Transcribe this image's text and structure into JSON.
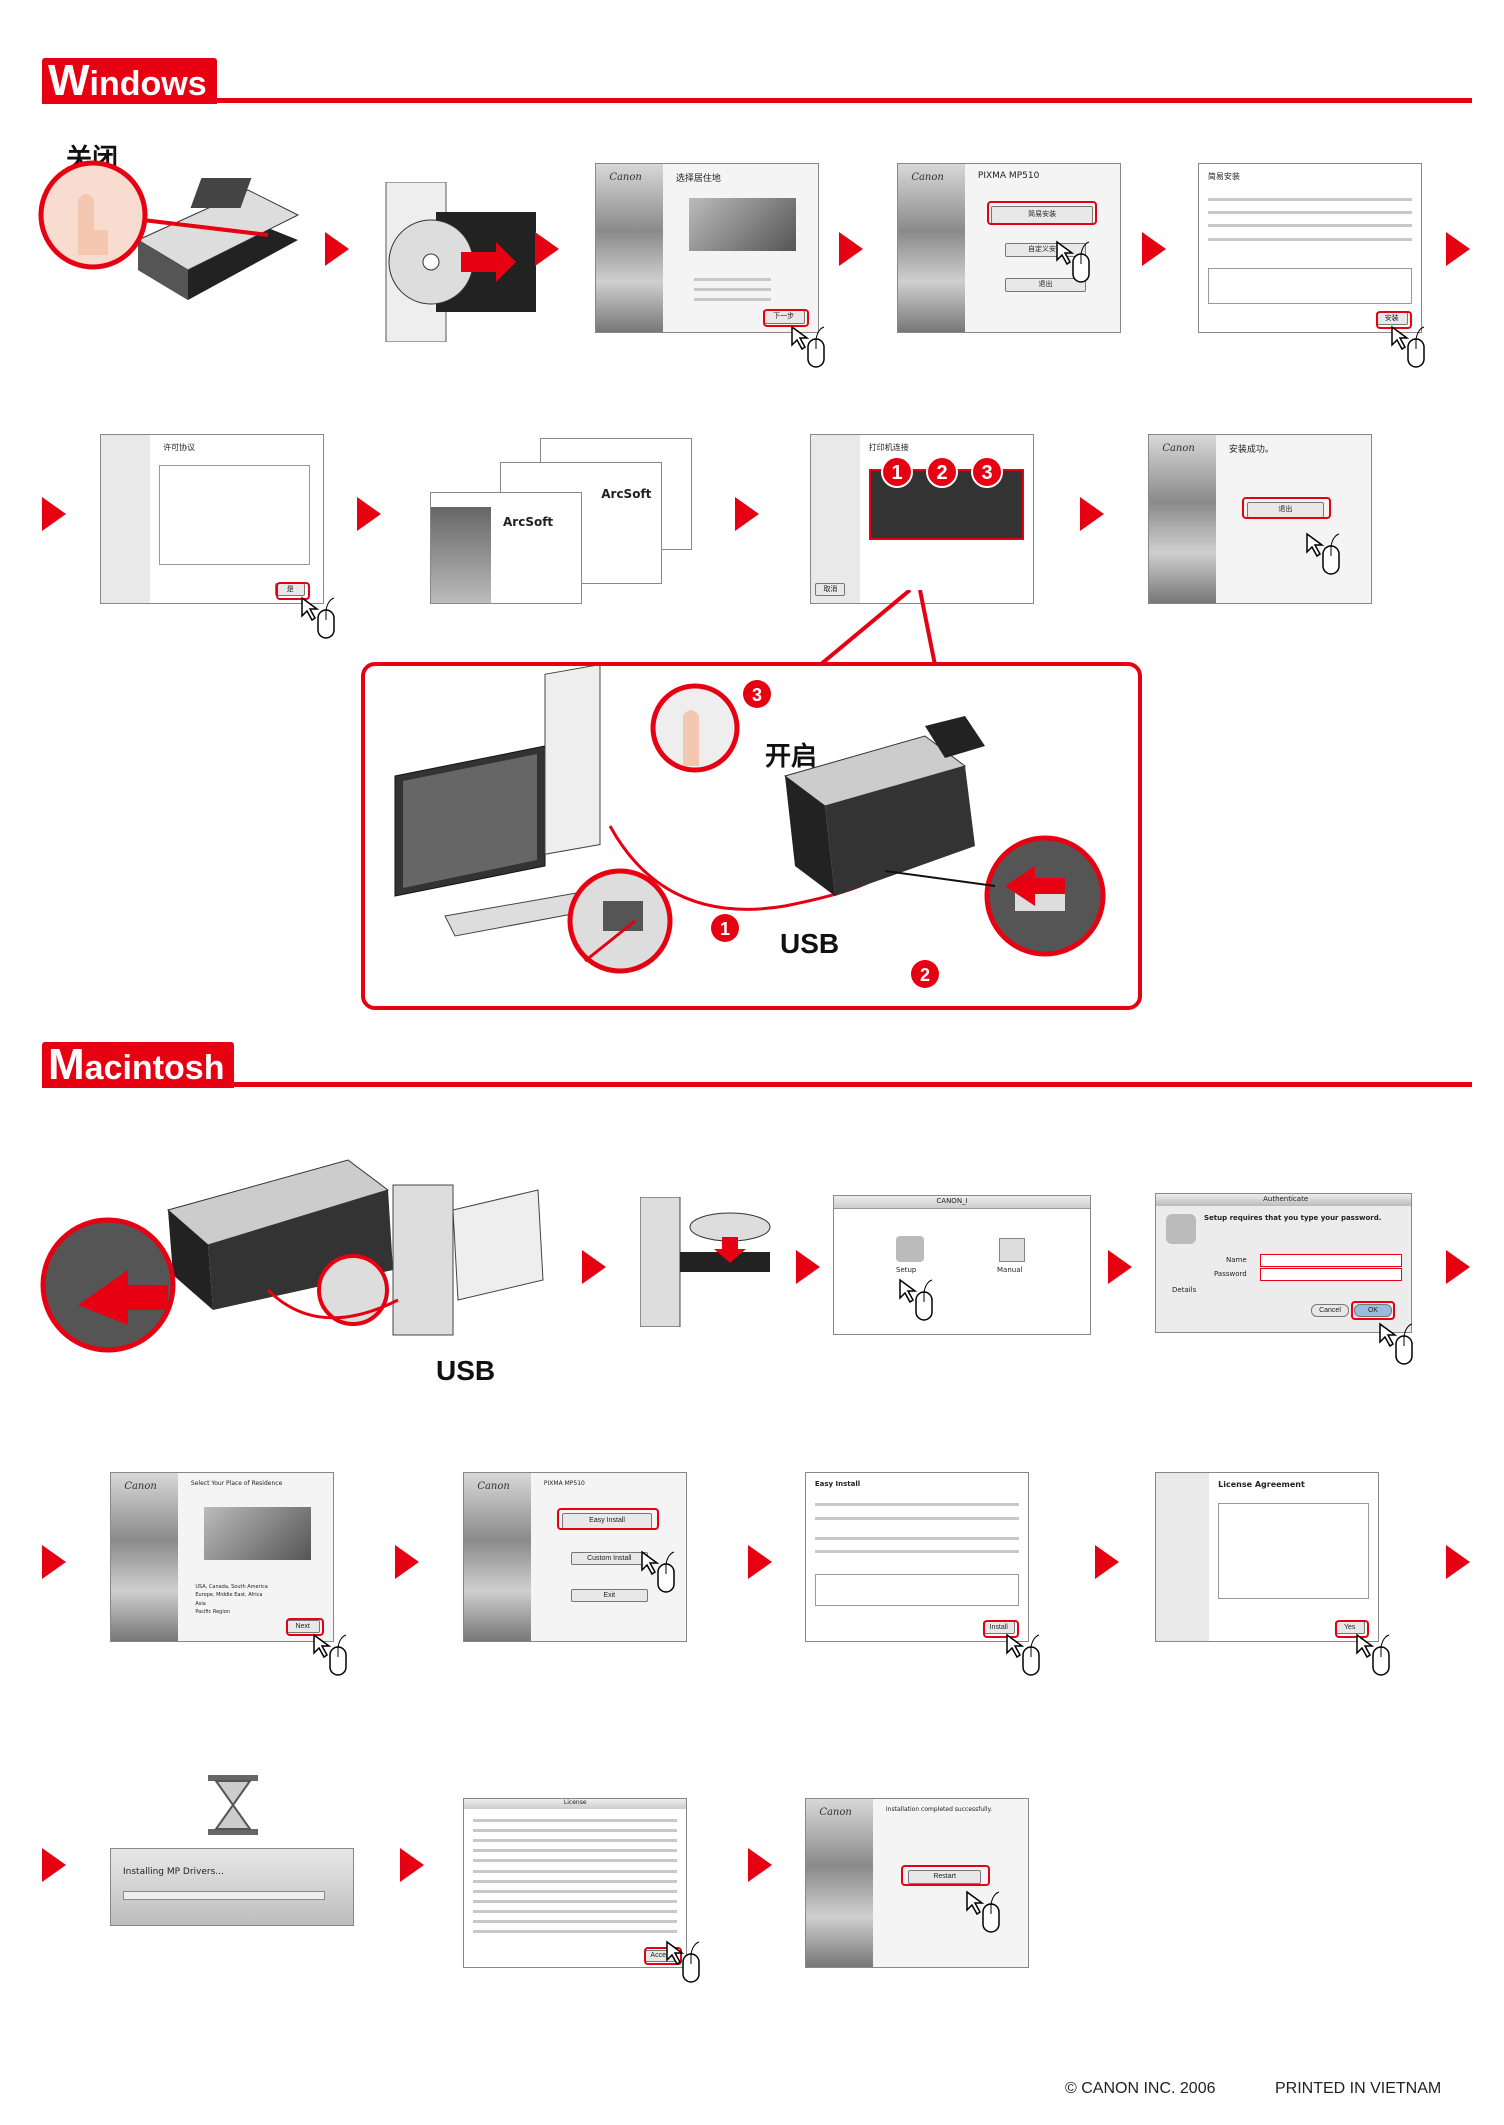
{
  "sections": {
    "windows": {
      "cap": "W",
      "rest": "indows"
    },
    "mac": {
      "cap": "M",
      "rest": "acintosh"
    }
  },
  "labels": {
    "power_off": "关闭",
    "power_on": "开启",
    "usb_win": "USB",
    "usb_mac": "USB",
    "step1": "1",
    "step2": "2",
    "step3": "3"
  },
  "screens": {
    "win_region": {
      "brand": "Canon",
      "title": "选择居住地",
      "button": "下一步"
    },
    "win_main": {
      "brand": "Canon",
      "title": "PIXMA MP510",
      "easy": "简易安装",
      "custom": "自定义安装",
      "exit": "退出"
    },
    "win_easy": {
      "title": "简易安装",
      "button": "安装"
    },
    "win_license": {
      "title": "许可协议",
      "button": "是"
    },
    "win_connect": {
      "title": "打印机连接",
      "button": "取消"
    },
    "win_complete": {
      "brand": "Canon",
      "title": "安装成功。",
      "button": "退出"
    },
    "arcsoft": "ArcSoft",
    "mac_finder": {
      "title": "CANON_I",
      "setup": "Setup",
      "manual": "Manual"
    },
    "mac_auth": {
      "title": "Authenticate",
      "message": "Setup requires that you type your password.",
      "name": "Name",
      "password": "Password",
      "details": "Details",
      "cancel": "Cancel",
      "ok": "OK"
    },
    "mac_region": {
      "brand": "Canon",
      "title": "Select Your Place of Residence",
      "options": [
        "USA, Canada, South America",
        "Europe, Middle East, Africa",
        "Asia",
        "Pacific Region"
      ],
      "button": "Next"
    },
    "mac_main": {
      "brand": "Canon",
      "title": "PIXMA MP510",
      "easy": "Easy Install",
      "custom": "Custom Install",
      "exit": "Exit"
    },
    "mac_easy": {
      "title": "Easy Install",
      "button": "Install"
    },
    "mac_license": {
      "title": "License Agreement",
      "button": "Yes"
    },
    "mac_installing": {
      "text": "Installing MP Drivers..."
    },
    "mac_license2": {
      "title": "License",
      "button": "Accept"
    },
    "mac_complete": {
      "brand": "Canon",
      "title": "Installation completed successfully.",
      "button": "Restart"
    }
  },
  "footer": {
    "copyright": "© CANON INC. 2006",
    "printed": "PRINTED IN VIETNAM"
  },
  "colors": {
    "accent": "#e60012"
  }
}
